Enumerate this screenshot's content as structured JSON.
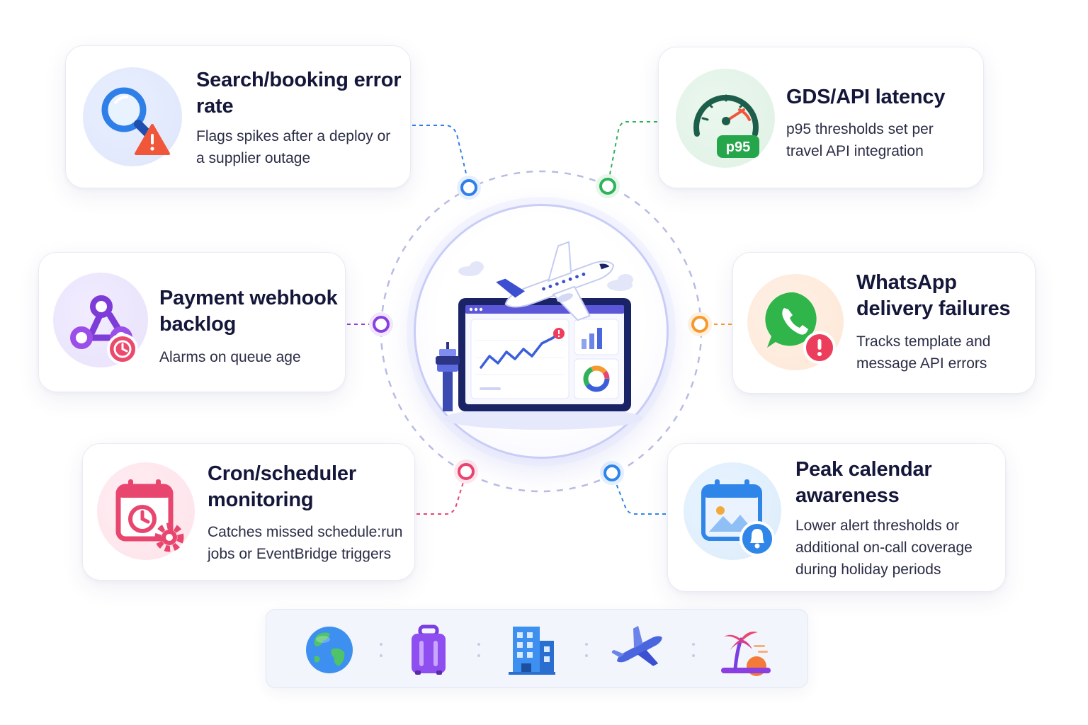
{
  "cards": {
    "search": {
      "title": "Search/booking error rate",
      "description": "Flags spikes after a deploy or a supplier outage",
      "icon": "magnifier-warning-icon",
      "accent": "#2f7fe8"
    },
    "gds": {
      "title": "GDS/API latency",
      "description": "p95 thresholds set per travel API integration",
      "icon": "speedometer-icon",
      "badge": "p95",
      "accent": "#2fb25a"
    },
    "payment": {
      "title": "Payment webhook backlog",
      "description": "Alarms on queue age",
      "icon": "webhook-clock-icon",
      "accent": "#8b3fe0"
    },
    "whatsapp": {
      "title": "WhatsApp delivery failures",
      "description": "Tracks template and message API errors",
      "icon": "whatsapp-alert-icon",
      "accent": "#f59a2f"
    },
    "cron": {
      "title": "Cron/scheduler monitoring",
      "description": "Catches missed schedule:run jobs or EventBridge triggers",
      "icon": "calendar-gear-icon",
      "accent": "#e8466f"
    },
    "peak": {
      "title": "Peak calendar awareness",
      "description": "Lower alert thresholds or additional on-call coverage during holiday periods",
      "icon": "calendar-bell-icon",
      "accent": "#2f86e8"
    }
  },
  "hub": {
    "icon": "airplane-dashboard-icon"
  },
  "travel_bar": {
    "icons": [
      "globe-icon",
      "suitcase-icon",
      "hotel-icon",
      "airplane-icon",
      "palm-beach-icon"
    ]
  },
  "colors": {
    "blue": "#2f7fe8",
    "green": "#2fb25a",
    "purple": "#8b3fe0",
    "orange": "#f59a2f",
    "pink": "#e8466f",
    "ring": "#b7bce3"
  }
}
